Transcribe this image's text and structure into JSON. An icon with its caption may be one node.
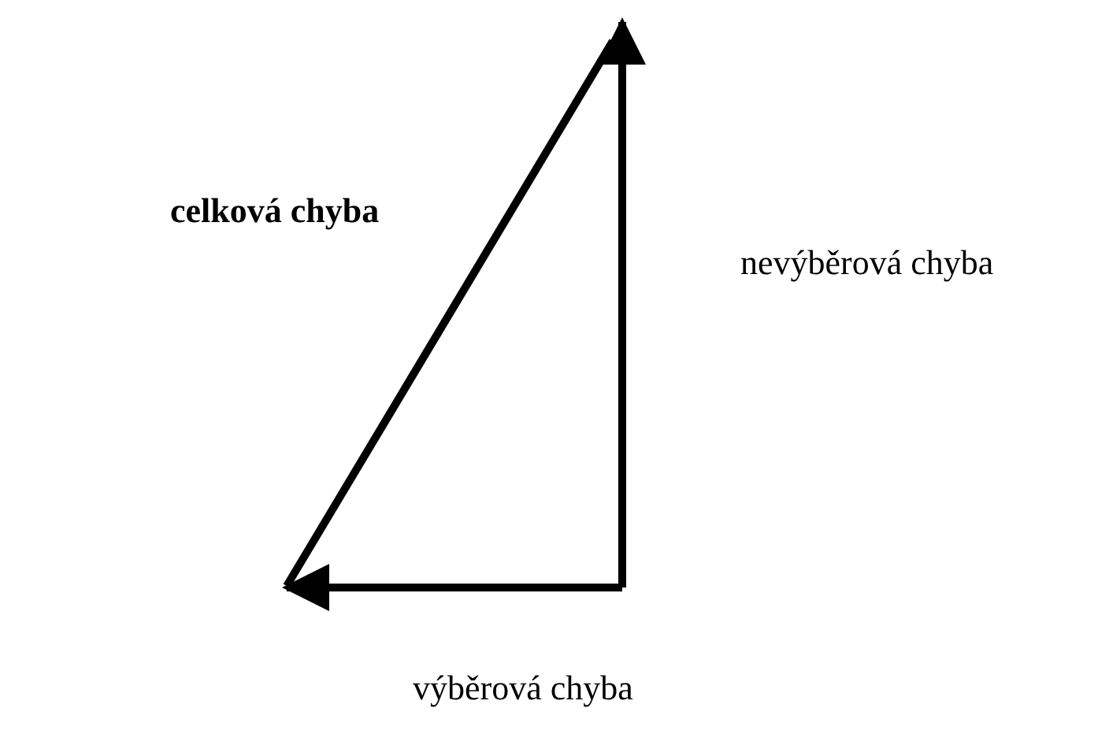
{
  "diagram": {
    "labels": [
      "celková chyba",
      "nevýběrová chyba",
      "výběrová chyba"
    ]
  }
}
